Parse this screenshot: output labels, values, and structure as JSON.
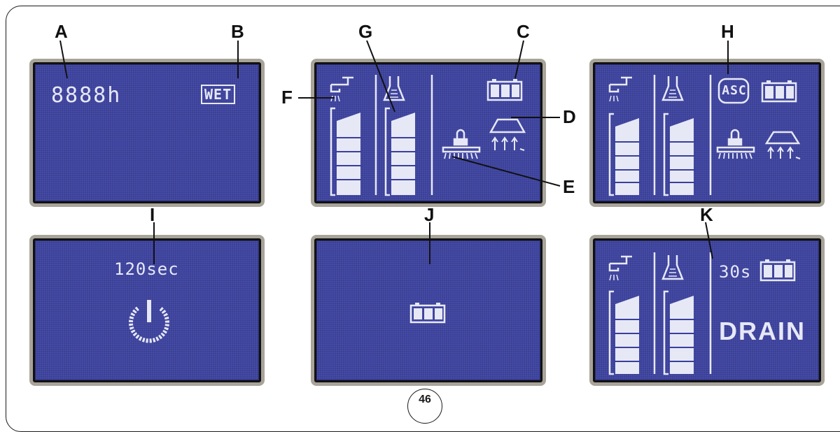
{
  "callouts": {
    "A": "A",
    "B": "B",
    "C": "C",
    "D": "D",
    "E": "E",
    "F": "F",
    "G": "G",
    "H": "H",
    "I": "I",
    "J": "J",
    "K": "K"
  },
  "panel_a": {
    "hours": "8888h",
    "wet_label": "WET"
  },
  "panel_h": {
    "asc_label": "ASC"
  },
  "panel_i": {
    "timer": "120sec"
  },
  "panel_k": {
    "timer": "30s",
    "drain_label": "DRAIN"
  },
  "page_number": "46",
  "colors": {
    "lcd_blue": "#3a3f9a",
    "lcd_glyph": "#e6e8f6",
    "bezel": "#a8a49a"
  },
  "icons": [
    "tap-icon",
    "detergent-bottle-icon",
    "battery-icon",
    "squeegee-icon",
    "brush-icon",
    "power-icon",
    "level-bar-icon"
  ]
}
